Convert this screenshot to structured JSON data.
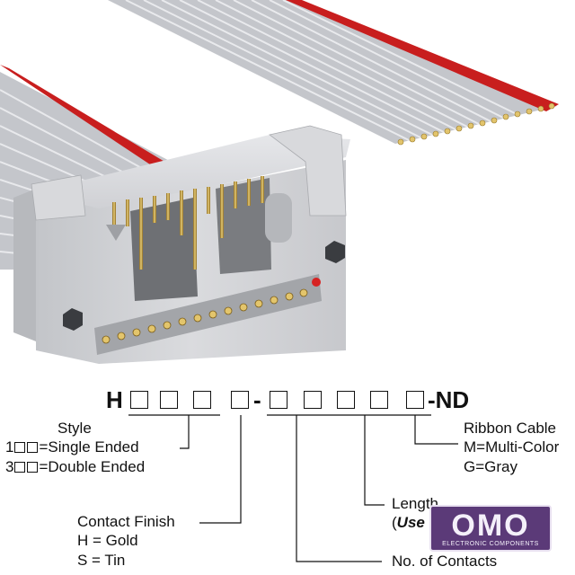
{
  "part_code": {
    "prefix": "H",
    "dash1": "-",
    "suffix": "-ND"
  },
  "callouts": {
    "style": {
      "title": "Style",
      "line1_prefix": "1",
      "line1_text": "=Single Ended",
      "line2_prefix": "3",
      "line2_text": "=Double Ended"
    },
    "contact_finish": {
      "title": "Contact Finish",
      "line1": "H = Gold",
      "line2": "S = Tin"
    },
    "contacts": {
      "title": "No. of Contacts"
    },
    "length": {
      "title": "Length",
      "paren_open": "(",
      "note": "Use inches only",
      "paren_close": ")"
    },
    "ribbon": {
      "title": "Ribbon Cable",
      "line1": "M=Multi-Color",
      "line2": "G=Gray"
    }
  },
  "watermark": {
    "logo_text": "OMO",
    "subtext": "ELECTRONIC COMPONENTS"
  },
  "colors": {
    "cable_gray": "#c9cbd0",
    "cable_red": "#c81e1e",
    "housing": "#d4d5d8",
    "pin_gold": "#c9a64a",
    "watermark_purple": "#5b3a78"
  },
  "icons": [
    "ribbon-cable-image",
    "idc-connector-image"
  ]
}
